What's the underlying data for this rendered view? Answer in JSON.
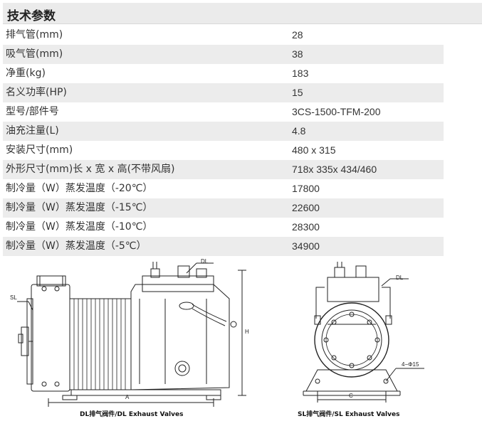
{
  "section_title": "技术参数",
  "rows": [
    {
      "label": "排气管(mm)",
      "value": "28"
    },
    {
      "label": "吸气管(mm)",
      "value": "38"
    },
    {
      "label": "净重(kg)",
      "value": "183"
    },
    {
      "label": "名义功率(HP)",
      "value": "15"
    },
    {
      "label": "型号/部件号",
      "value": "3CS-1500-TFM-200"
    },
    {
      "label": "油充注量(L)",
      "value": "4.8"
    },
    {
      "label": "安装尺寸(mm)",
      "value": "480 x 315"
    },
    {
      "label": "外形尺寸(mm)长 x 宽 x 高(不带风扇)",
      "value": "718x 335x 434/460"
    },
    {
      "label": "制冷量（W）蒸发温度（-20℃）",
      "value": "17800"
    },
    {
      "label": "制冷量（W）蒸发温度（-15℃）",
      "value": "22600"
    },
    {
      "label": "制冷量（W）蒸发温度（-10℃）",
      "value": "28300"
    },
    {
      "label": "制冷量（W）蒸发温度（-5℃）",
      "value": "34900"
    }
  ],
  "drawing": {
    "left_caption": "DL排气阀件/DL Exhaust Valves",
    "right_caption": "SL排气阀件/SL Exhaust Valves",
    "labels": {
      "sl": "SL",
      "dl_left": "DL",
      "dl_right": "DL",
      "height": "H",
      "length": "A",
      "width": "C",
      "holes": "4−Φ15"
    }
  }
}
